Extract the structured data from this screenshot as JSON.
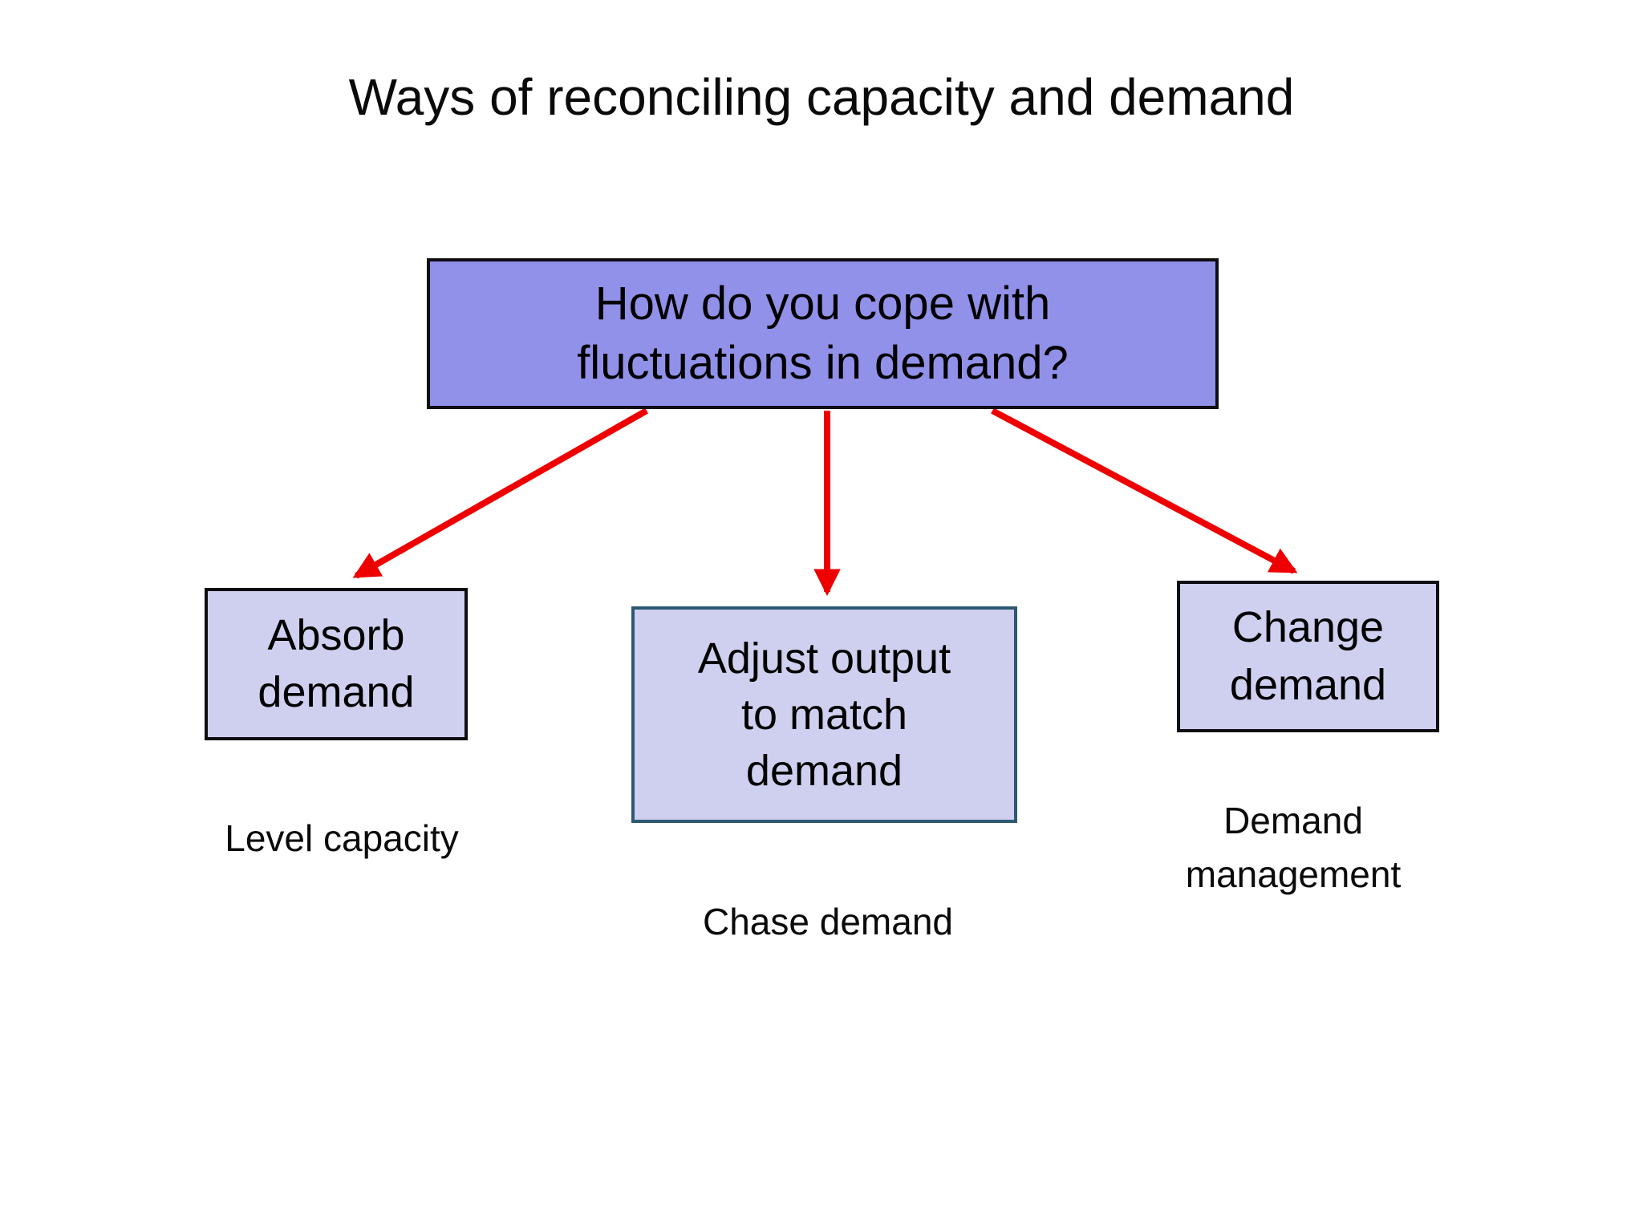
{
  "title": "Ways of reconciling capacity and demand",
  "diagram": {
    "root": {
      "label": "How do you cope with fluctuations in demand?",
      "lines": [
        "How do you cope with",
        "fluctuations in demand?"
      ]
    },
    "nodes": {
      "absorb": {
        "label": "Absorb demand",
        "lines": [
          "Absorb",
          "demand"
        ],
        "caption": "Level capacity",
        "caption_lines": [
          "Level capacity"
        ]
      },
      "adjust": {
        "label": "Adjust output to match demand",
        "lines": [
          "Adjust output",
          "to match",
          "demand"
        ],
        "caption": "Chase demand",
        "caption_lines": [
          "Chase demand"
        ]
      },
      "change": {
        "label": "Change demand",
        "lines": [
          "Change",
          "demand"
        ],
        "caption": "Demand management",
        "caption_lines": [
          "Demand",
          "management"
        ]
      }
    },
    "colors": {
      "root_fill": "#9191e9",
      "child_fill": "#cfcfef",
      "root_border": "#0d0d12",
      "adjust_border": "#2e5872",
      "arrow": "#ee0000",
      "text": "#0a0a0a",
      "background": "#ffffff"
    }
  }
}
